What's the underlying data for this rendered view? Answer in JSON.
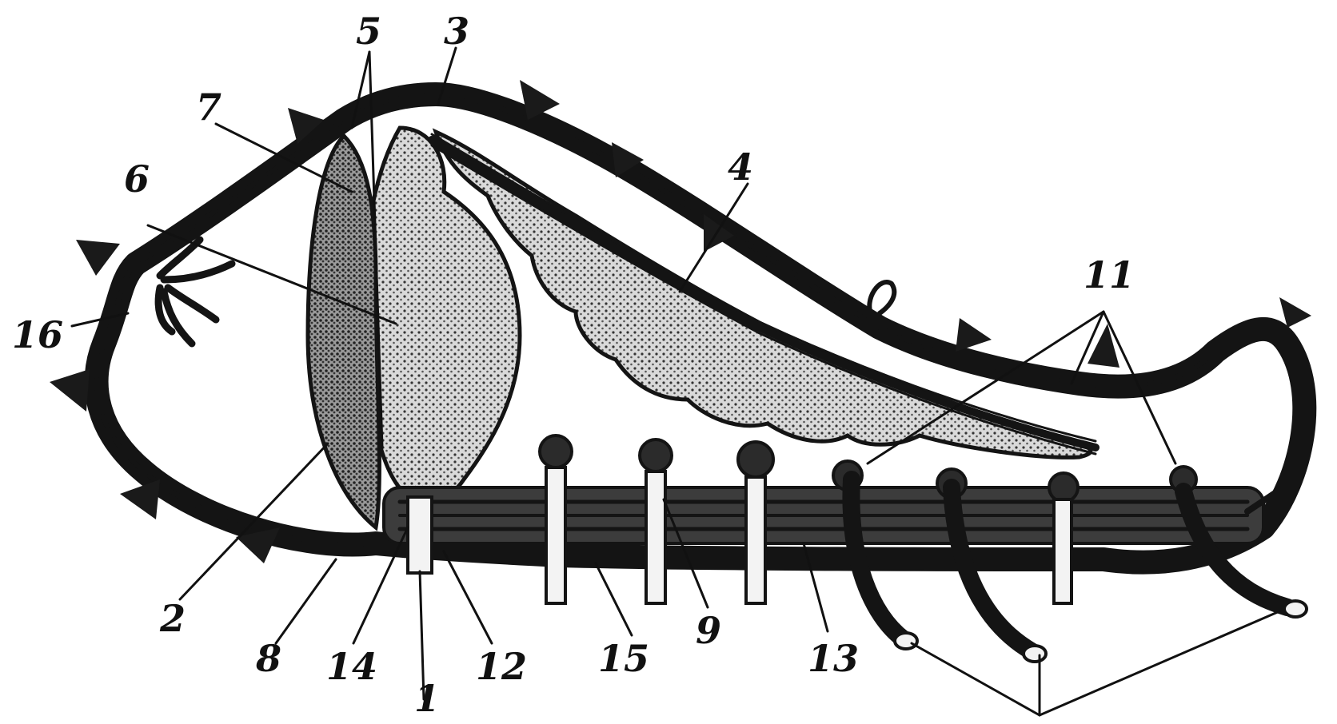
{
  "labels": {
    "l1": "1",
    "l2": "2",
    "l3": "3",
    "l4": "4",
    "l5": "5",
    "l6": "6",
    "l7": "7",
    "l8": "8",
    "l9": "9",
    "l11": "11",
    "l12": "12",
    "l13": "13",
    "l14": "14",
    "l15": "15",
    "l16": "16"
  }
}
